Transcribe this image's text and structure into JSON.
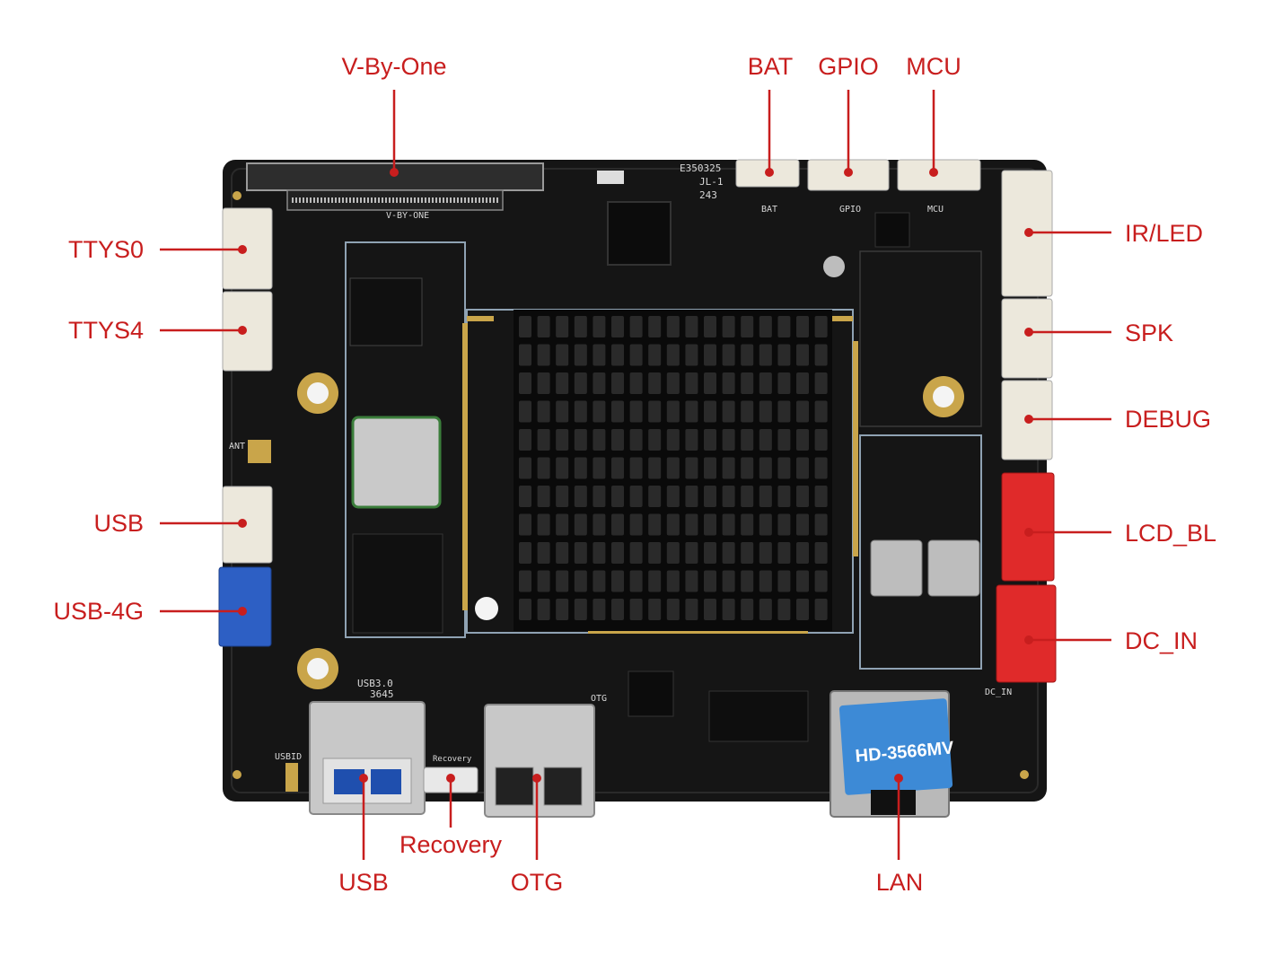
{
  "labels": {
    "vbyone": "V-By-One",
    "bat": "BAT",
    "gpio": "GPIO",
    "mcu": "MCU",
    "ttys0": "TTYS0",
    "ttys4": "TTYS4",
    "usb_left": "USB",
    "usb4g": "USB-4G",
    "irled": "IR/LED",
    "spk": "SPK",
    "debug": "DEBUG",
    "lcdbl": "LCD_BL",
    "dcin": "DC_IN",
    "usb_bottom": "USB",
    "recovery": "Recovery",
    "otg": "OTG",
    "lan": "LAN"
  },
  "board_silkscreen": {
    "vbyone": "V-BY-ONE",
    "e350325": "E350325",
    "jl1": "JL-1",
    "code243": "243",
    "bat": "BAT",
    "gpio": "GPIO",
    "mcu": "MCU",
    "ant": "ANT",
    "usb30": "USB3.0",
    "code3645": "3645",
    "usbid": "USBID",
    "recovery": "Recovery",
    "otg": "OTG",
    "dcin": "DC_IN",
    "lan_sticker": "HD-3566MV"
  },
  "colors": {
    "label_red": "#c81e1e",
    "board": "#151515",
    "white_connector": "#ece8dc",
    "red_connector": "#e02a2a",
    "blue_connector": "#2d5fc4",
    "lan_sticker": "#3d8ad6"
  }
}
